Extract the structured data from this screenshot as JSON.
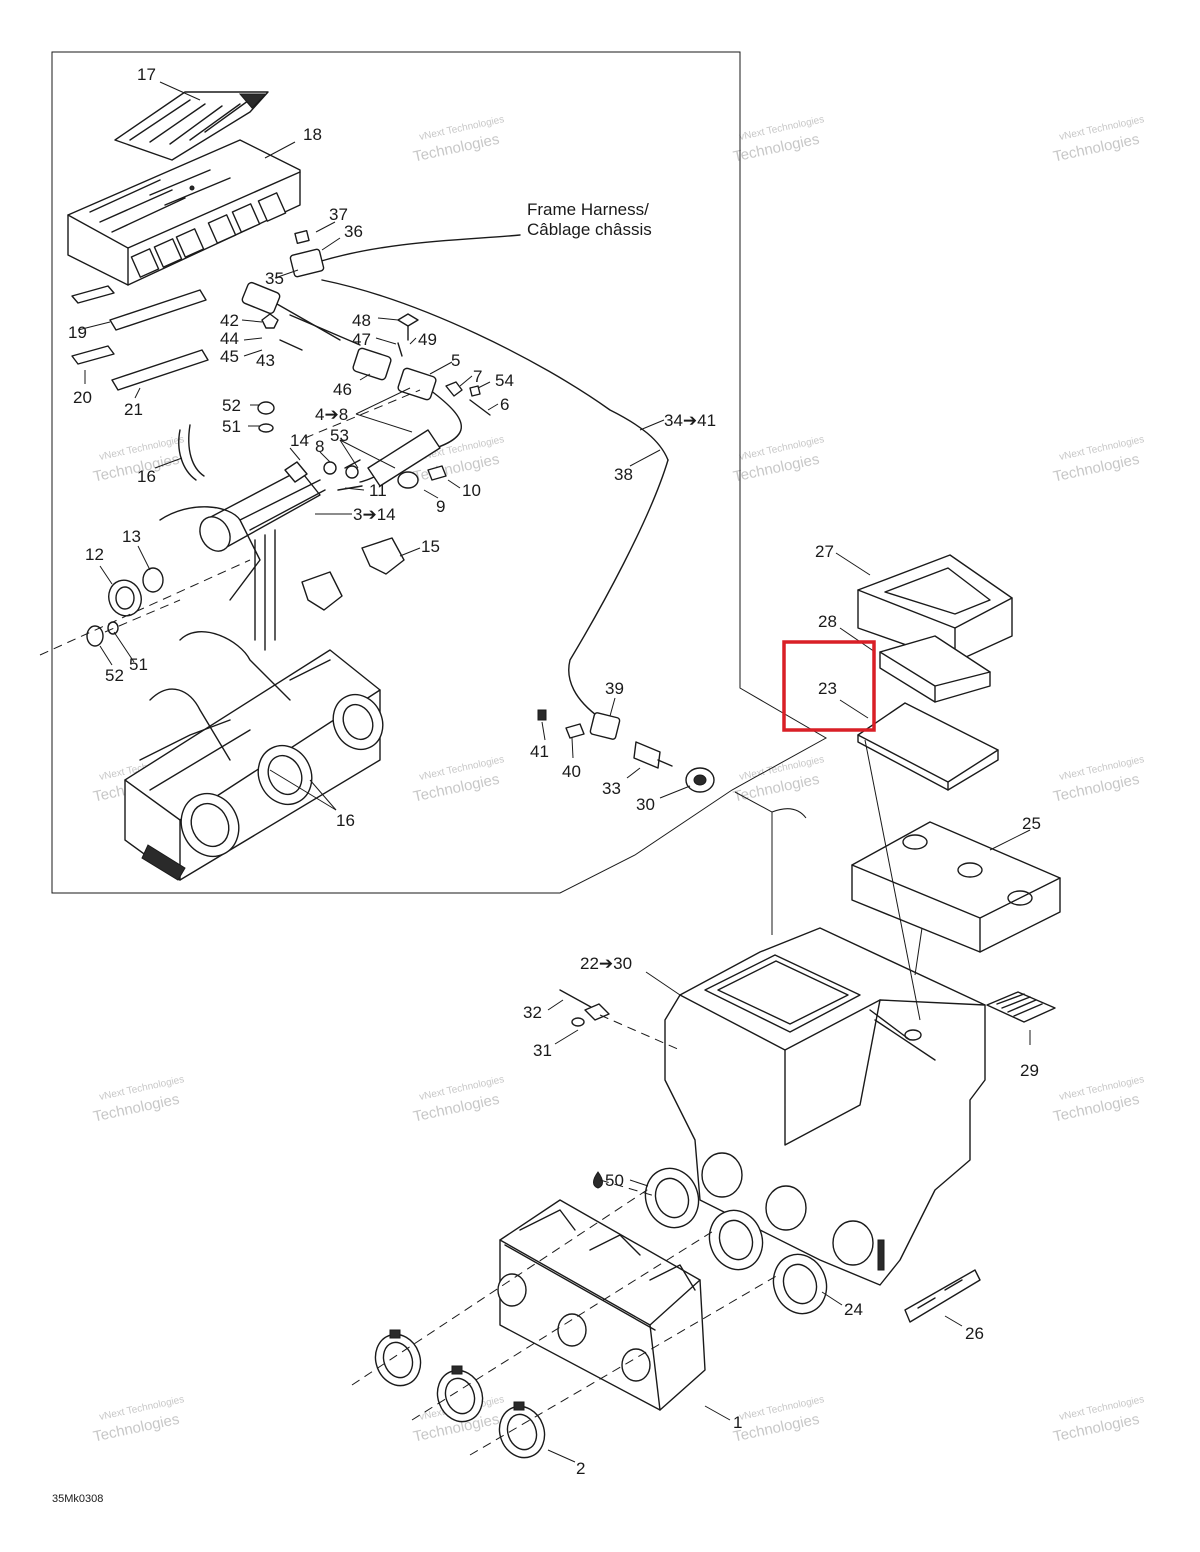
{
  "diagram": {
    "harness_label_line1": "Frame Harness/",
    "harness_label_line2": "Câblage châssis",
    "reference_code": "35Mk0308",
    "highlight": {
      "label": "23",
      "color": "#d91f26"
    },
    "watermark": {
      "line1": "vNext Technologies",
      "line2": "Technologies"
    },
    "callouts": {
      "c17": "17",
      "c18": "18",
      "c37": "37",
      "c36": "36",
      "c35": "35",
      "c19": "19",
      "c20": "20",
      "c21": "21",
      "c42": "42",
      "c44": "44",
      "c45": "45",
      "c43": "43",
      "c48": "48",
      "c47": "47",
      "c49": "49",
      "c46": "46",
      "c5": "5",
      "c7": "7",
      "c54": "54",
      "c6": "6",
      "c4to8": "4➔8",
      "c52a": "52",
      "c51a": "51",
      "c14": "14",
      "c8": "8",
      "c53": "53",
      "c16a": "16",
      "c11": "11",
      "c10": "10",
      "c9": "9",
      "c3to14": "3➔14",
      "c13": "13",
      "c12": "12",
      "c15": "15",
      "c52b": "52",
      "c51b": "51",
      "c16b": "16",
      "c34to41": "34➔41",
      "c38": "38",
      "c39": "39",
      "c41": "41",
      "c40": "40",
      "c33": "33",
      "c30": "30",
      "c27": "27",
      "c28": "28",
      "c25": "25",
      "c22to30": "22➔30",
      "c32": "32",
      "c31": "31",
      "c29": "29",
      "c50": "50",
      "c24": "24",
      "c26": "26",
      "c1": "1",
      "c2": "2"
    }
  }
}
